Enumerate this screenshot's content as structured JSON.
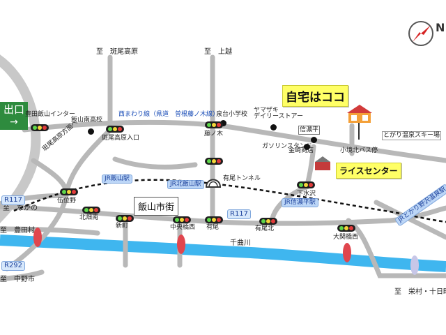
{
  "map": {
    "title": "自宅はココ",
    "compass_letter": "N",
    "exit_sign": {
      "text": "出口",
      "arrow": "→"
    },
    "area_label": "飯山市街",
    "river": "千曲川",
    "routes": {
      "r117": "R117",
      "r292": "R292"
    },
    "destinations": {
      "madarao": "至　斑尾高原",
      "joetsu": "至　上越",
      "nagano": "至　ながの",
      "toyota": "至　豊田村",
      "nakano": "至　中野市",
      "sakae": "至　栄村・十日町市"
    },
    "interchange": "豊田飯山インター",
    "roads": {
      "nishi_mawari": "西まわり線（県道　曽根藤ノ木線）",
      "madarao_direction": "斑尾高原方面へ"
    },
    "railway": {
      "iiyama": "JR飯山駅",
      "kita_iiyama": "JR北飯山駅",
      "shinanotaira": "JR信濃平駅",
      "tomurano": "JRとかり野沢温泉駅"
    },
    "tunnel": "有尾トンネル",
    "places": {
      "iiyama_minami_hs": "飯山南高校",
      "izumidai_elem": "泉台小学校",
      "yamazaki": "ヤマザキ\nデイリーストアー",
      "gas_station": "ガソリンスタンド",
      "shinanotaira_label": "信濃平",
      "kanezaki": "金崎商店",
      "kozakai_bus": "小境北バス停",
      "ski_resort": "とがり温泉スキー場",
      "rice_center": "ライスセンター"
    },
    "intersections": {
      "interchange": "豊田飯山インター",
      "madarao_iriguchi": "斑尾高原入口",
      "fujinoki": "藤ノ木",
      "iiyama_st": "伍位野",
      "kitabata_minami": "北畑南",
      "shinmachi": "新町",
      "chuo_bashi": "中央橋西",
      "arisio": "有尾",
      "arisio_kita": "有尾北",
      "shimomizusawa": "下水沢",
      "oseki_nishi": "大関橋西"
    },
    "colors": {
      "road": "#b8b8b8",
      "river": "#3fb6ef",
      "rail": "#111111",
      "accent": "#ffff66"
    }
  }
}
